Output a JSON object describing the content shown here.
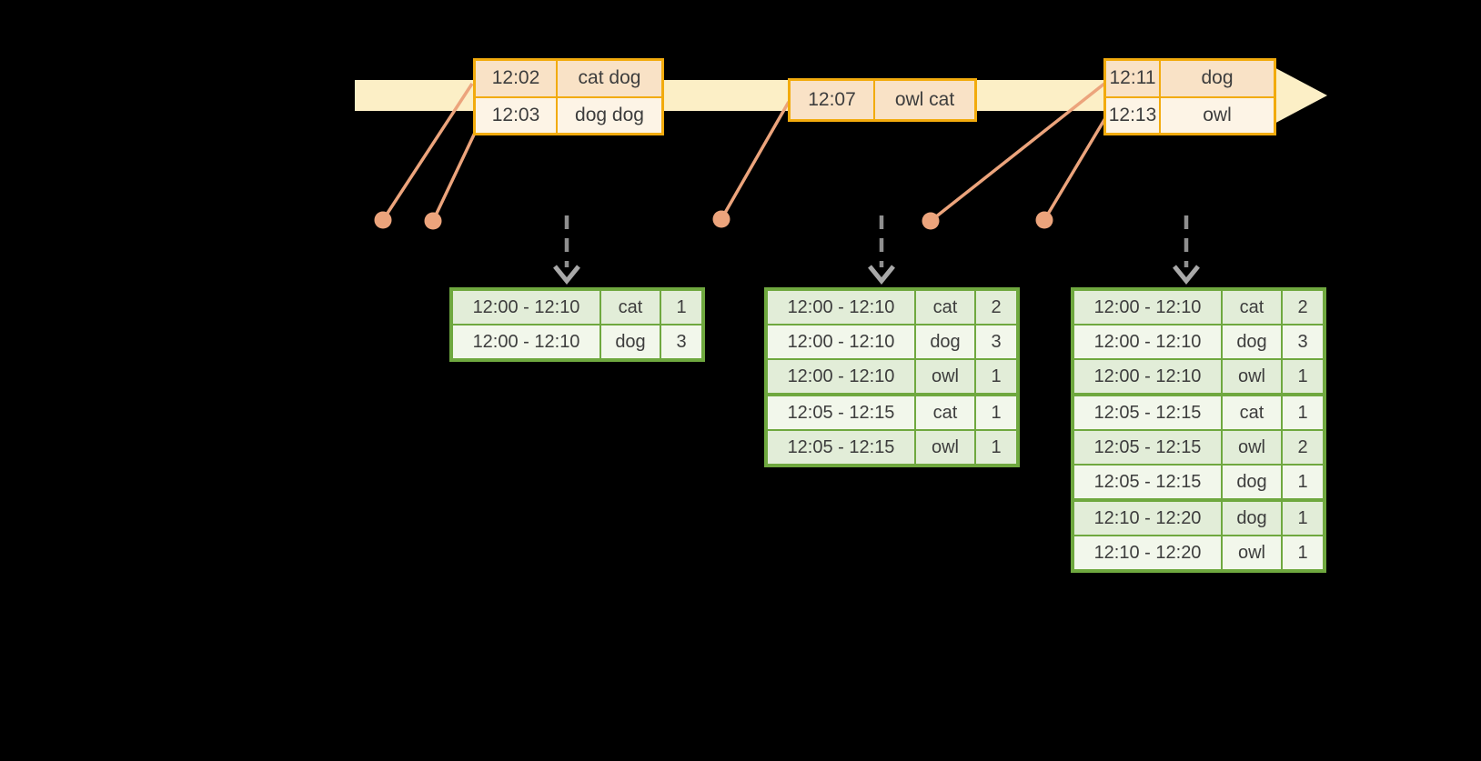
{
  "timeline": {
    "event_batches": [
      {
        "rows": [
          {
            "time": "12:02",
            "words": "cat dog"
          },
          {
            "time": "12:03",
            "words": "dog dog"
          }
        ]
      },
      {
        "rows": [
          {
            "time": "12:07",
            "words": "owl cat"
          }
        ]
      },
      {
        "rows": [
          {
            "time": "12:11",
            "words": "dog"
          },
          {
            "time": "12:13",
            "words": "owl"
          }
        ]
      }
    ]
  },
  "result_tables": [
    {
      "rows": [
        {
          "window": "12:00 - 12:10",
          "word": "cat",
          "count": "1"
        },
        {
          "window": "12:00 - 12:10",
          "word": "dog",
          "count": "3"
        }
      ]
    },
    {
      "rows": [
        {
          "window": "12:00 - 12:10",
          "word": "cat",
          "count": "2"
        },
        {
          "window": "12:00 - 12:10",
          "word": "dog",
          "count": "3"
        },
        {
          "window": "12:00 - 12:10",
          "word": "owl",
          "count": "1"
        },
        {
          "window": "12:05 - 12:15",
          "word": "cat",
          "count": "1"
        },
        {
          "window": "12:05 - 12:15",
          "word": "owl",
          "count": "1"
        }
      ]
    },
    {
      "rows": [
        {
          "window": "12:00 - 12:10",
          "word": "cat",
          "count": "2"
        },
        {
          "window": "12:00 - 12:10",
          "word": "dog",
          "count": "3"
        },
        {
          "window": "12:00 - 12:10",
          "word": "owl",
          "count": "1"
        },
        {
          "window": "12:05 - 12:15",
          "word": "cat",
          "count": "1"
        },
        {
          "window": "12:05 - 12:15",
          "word": "owl",
          "count": "2"
        },
        {
          "window": "12:05 - 12:15",
          "word": "dog",
          "count": "1"
        },
        {
          "window": "12:10 - 12:20",
          "word": "dog",
          "count": "1"
        },
        {
          "window": "12:10 - 12:20",
          "word": "owl",
          "count": "1"
        }
      ]
    }
  ],
  "colors": {
    "background": "#000000",
    "timeline_band": "#fcefc6",
    "event_border": "#f2ab0d",
    "event_fill_dark": "#f9e2c6",
    "event_fill_light": "#fdf4e6",
    "event_dot": "#eca47c",
    "connector_line": "#eca47c",
    "table_border": "#6fa83f",
    "table_row_dark": "#e2edd8",
    "table_row_light": "#f2f7eb",
    "trigger_arrow": "#8f8f8f",
    "trigger_arrowhead": "#a9a9a9",
    "text": "#3d3d3d"
  }
}
